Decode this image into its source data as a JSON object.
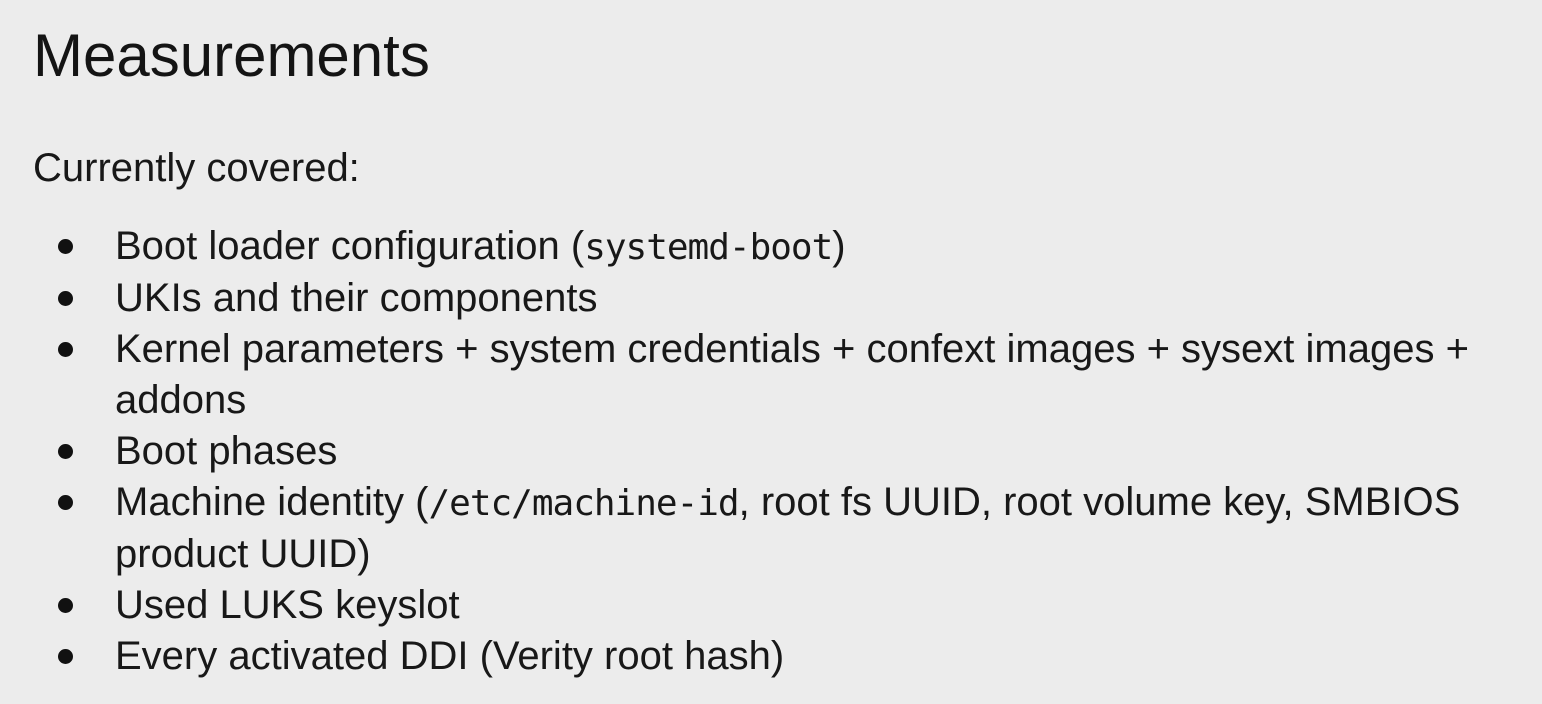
{
  "slide": {
    "title": "Measurements",
    "subtitle": "Currently covered:",
    "colors": {
      "background": "#ececec",
      "text": "#161616",
      "bullet_dot": "#111111"
    },
    "bullets": [
      {
        "segments": [
          {
            "text": "Boot loader configuration (",
            "mono": false
          },
          {
            "text": "systemd-boot",
            "mono": true
          },
          {
            "text": ")",
            "mono": false
          }
        ]
      },
      {
        "segments": [
          {
            "text": "UKIs and their components",
            "mono": false
          }
        ]
      },
      {
        "segments": [
          {
            "text": "Kernel parameters + system credentials + confext images + sysext images + addons",
            "mono": false
          }
        ]
      },
      {
        "segments": [
          {
            "text": "Boot phases",
            "mono": false
          }
        ]
      },
      {
        "segments": [
          {
            "text": "Machine identity (",
            "mono": false
          },
          {
            "text": "/etc/machine-id",
            "mono": true
          },
          {
            "text": ", root fs UUID, root volume key, SMBIOS product UUID)",
            "mono": false
          }
        ]
      },
      {
        "segments": [
          {
            "text": "Used LUKS keyslot",
            "mono": false
          }
        ]
      },
      {
        "segments": [
          {
            "text": "Every activated DDI (Verity root hash)",
            "mono": false
          }
        ]
      }
    ]
  }
}
